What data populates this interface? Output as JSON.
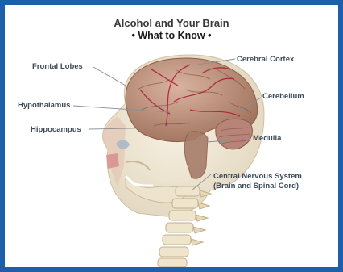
{
  "header": {
    "title": "Alcohol and Your Brain",
    "subtitle": "• What to Know •"
  },
  "labels": {
    "frontal_lobes": "Frontal Lobes",
    "hypothalamus": "Hypothalamus",
    "hippocampus": "Hippocampus",
    "cerebral_cortex": "Cerebral Cortex",
    "cerebellum": "Cerebellum",
    "medulla": "Medulla",
    "cns_line1": "Central Nervous System",
    "cns_line2": "(Brain and Spinal Cord)"
  },
  "colors": {
    "frame": "#1d5fa8",
    "brain": "#b88a72",
    "skull": "#ede2c8",
    "vessels": "#b0203a",
    "leader_lines": "#8a8f96"
  }
}
